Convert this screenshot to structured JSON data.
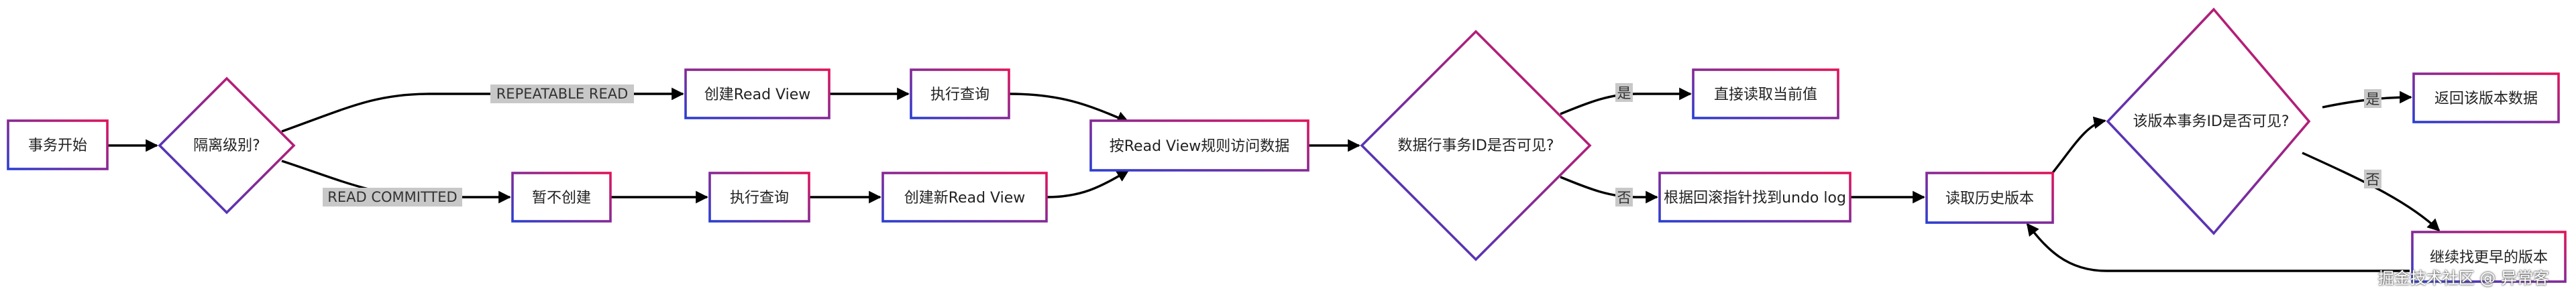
{
  "colors": {
    "border_a": "#2b3fd1",
    "border_b": "#e0145a",
    "edge": "#000000",
    "label_bg": "#c8c8c8"
  },
  "nodes": {
    "start": "事务开始",
    "isolation": "隔离级别?",
    "create_rv": "创建Read View",
    "query1": "执行查询",
    "no_create": "暂不创建",
    "query2": "执行查询",
    "create_new_rv": "创建新Read View",
    "access_by_rv": "按Read View规则访问数据",
    "visible_q": "数据行事务ID是否可见?",
    "read_current": "直接读取当前值",
    "find_undo": "根据回滚指针找到undo log",
    "read_history": "读取历史版本",
    "version_visible_q": "该版本事务ID是否可见?",
    "return_version": "返回该版本数据",
    "find_earlier": "继续找更早的版本"
  },
  "edge_labels": {
    "repeatable_read": "REPEATABLE READ",
    "read_committed": "READ COMMITTED",
    "yes1": "是",
    "no1": "否",
    "yes2": "是",
    "no2": "否"
  },
  "watermark": "掘金技术社区 @ 异常客"
}
